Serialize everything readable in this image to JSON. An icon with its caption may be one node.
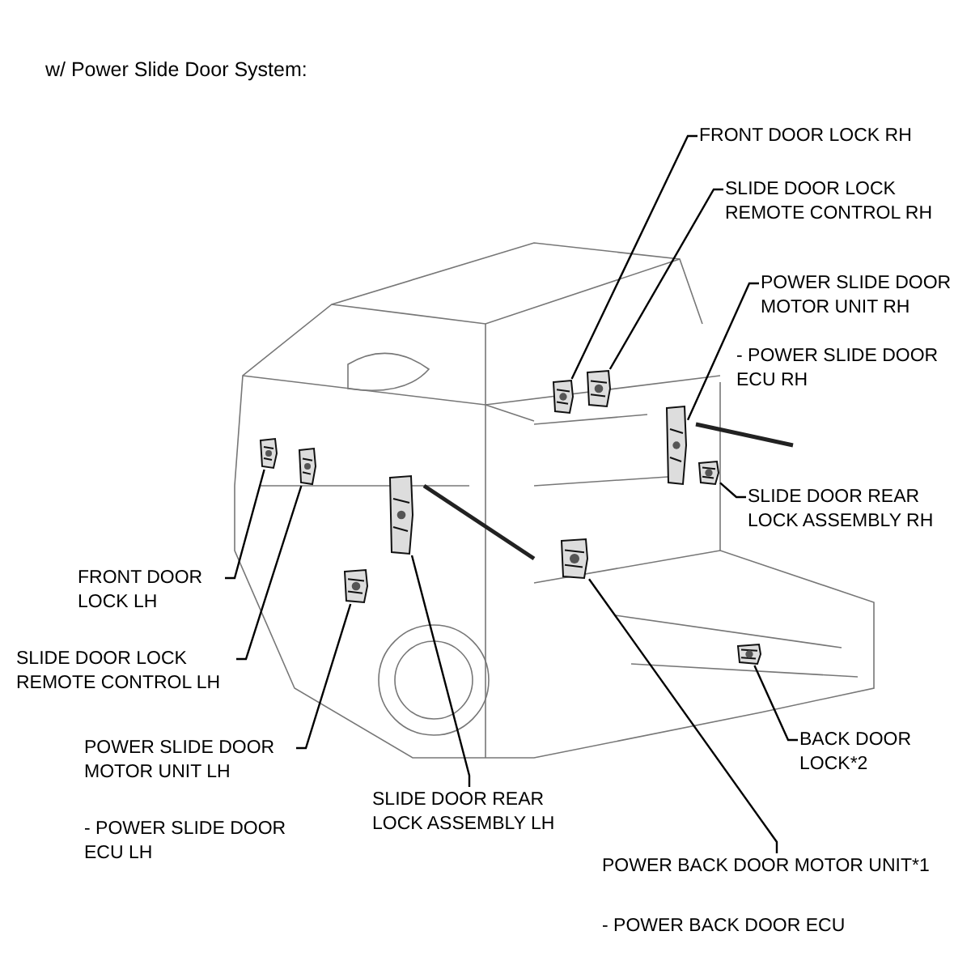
{
  "diagram": {
    "title": "w/ Power Slide Door System:",
    "nodes": [
      {
        "text": [
          "FRONT DOOR LOCK RH"
        ]
      },
      {
        "text": [
          "SLIDE DOOR LOCK REMOTE CONTROL RH"
        ]
      },
      {
        "text": [
          "POWER SLIDE DOOR MOTOR UNIT RH"
        ],
        "beside": [
          "- POWER SLIDE DOOR ECU RH"
        ]
      },
      {
        "text": [
          "SLIDE DOOR REAR LOCK ASSEMBLY RH"
        ]
      },
      {
        "text": [
          "FRONT DOOR LOCK LH"
        ]
      },
      {
        "text": [
          "SLIDE DOOR LOCK REMOTE CONTROL LH"
        ]
      },
      {
        "text": [
          "POWER SLIDE DOOR MOTOR UNIT LH"
        ],
        "beside": [
          "- POWER SLIDE DOOR ECU LH"
        ]
      },
      {
        "text": [
          "SLIDE DOOR REAR LOCK ASSEMBLY LH"
        ]
      },
      {
        "text": [
          "BACK DOOR LOCK*2"
        ]
      },
      {
        "text": [
          "POWER BACK DOOR MOTOR UNIT*1"
        ],
        "beside": [
          "- POWER BACK DOOR ECU"
        ]
      },
      {
        "text": [],
        "shape": "picture"
      },
      {
        "text": [],
        "shape": "picture"
      },
      {
        "text": [],
        "shape": "picture"
      },
      {
        "text": [],
        "shape": "picture"
      },
      {
        "text": [],
        "shape": "picture"
      },
      {
        "text": [],
        "shape": "picture"
      },
      {
        "text": [],
        "shape": "picture"
      },
      {
        "text": [],
        "shape": "picture"
      },
      {
        "text": [],
        "shape": "picture"
      },
      {
        "text": [],
        "shape": "picture"
      }
    ],
    "edges": [
      {
        "from": 0,
        "to": 10,
        "arrow": "none"
      },
      {
        "from": 1,
        "to": 11,
        "arrow": "none"
      },
      {
        "from": 2,
        "to": 12,
        "arrow": "none"
      },
      {
        "from": 3,
        "to": 13,
        "arrow": "none"
      },
      {
        "from": 4,
        "to": 14,
        "arrow": "none"
      },
      {
        "from": 5,
        "to": 15,
        "arrow": "none"
      },
      {
        "from": 6,
        "to": 16,
        "arrow": "none"
      },
      {
        "from": 7,
        "to": 17,
        "arrow": "none"
      },
      {
        "from": 8,
        "to": 18,
        "arrow": "none"
      },
      {
        "from": 9,
        "to": 19,
        "arrow": "none"
      }
    ]
  }
}
